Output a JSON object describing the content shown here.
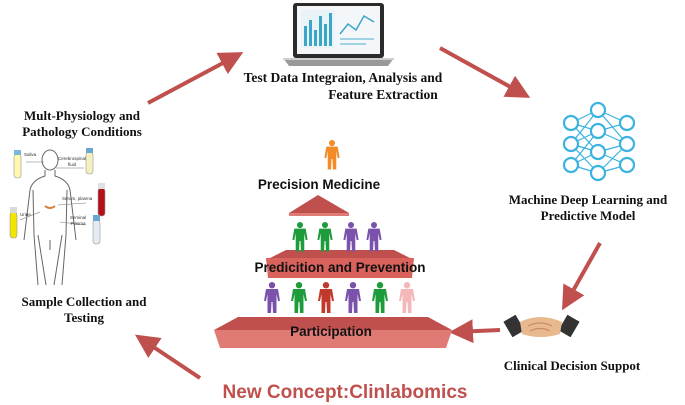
{
  "labels": {
    "top": [
      "Test Data Integraion, Analysis and",
      "Feature Extraction"
    ],
    "right_top": [
      "Machine Deep Learning and",
      "Predictive Model"
    ],
    "right_bottom": "Clinical Decision Suppot",
    "left_top": [
      "Mult-Physiology and",
      "Pathology Conditions"
    ],
    "left_bottom": [
      "Sample Collection and",
      "Testing"
    ],
    "bottom_concept": "New Concept:Clinlabomics"
  },
  "pyramid": {
    "tier1": "Precision Medicine",
    "tier2": "Predicition and Prevention",
    "tier3": "Participation"
  },
  "body_sample_labels": [
    "Saliva",
    "Cerebrospinal fluid",
    "Serum, plasma",
    "Urine",
    "Seminal Plasma"
  ],
  "colors": {
    "arrow": "#c0504d",
    "concept_text": "#c0504d",
    "pyramid": "#c0504d",
    "pyramid_light": "#e07a75",
    "person_orange": "#f28c28",
    "person_green": "#1e9b3a",
    "person_purple": "#7b52ab",
    "person_red": "#c0392b",
    "person_pink": "#f4b8b8",
    "network_node": "#3ab3e0"
  },
  "icons": {
    "laptop": "laptop-chart-icon",
    "network": "neural-network-icon",
    "handshake": "handshake-icon",
    "body": "human-body-samples-icon"
  }
}
